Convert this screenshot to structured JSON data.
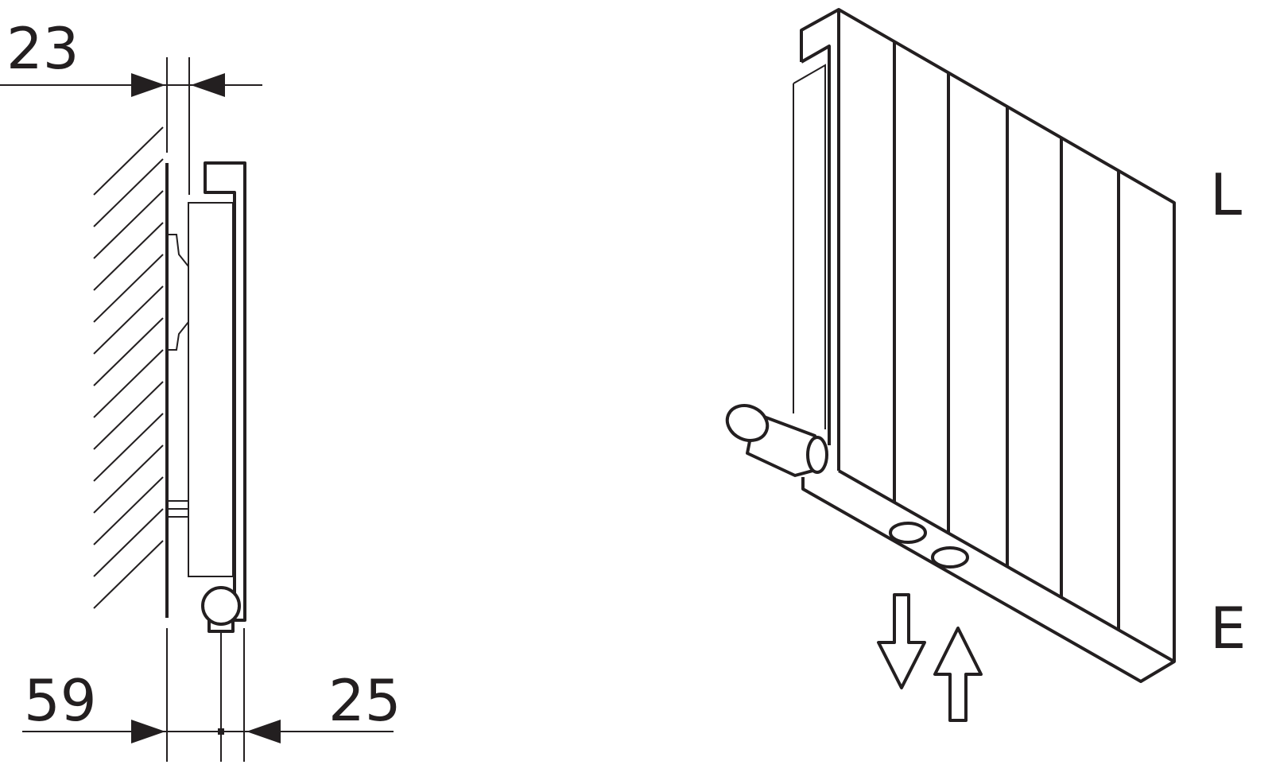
{
  "side_view": {
    "dimensions": {
      "top_gap": "23",
      "depth": "59",
      "pipe_offset": "25"
    }
  },
  "iso_view": {
    "labels": {
      "left": "L",
      "right": "E"
    }
  }
}
